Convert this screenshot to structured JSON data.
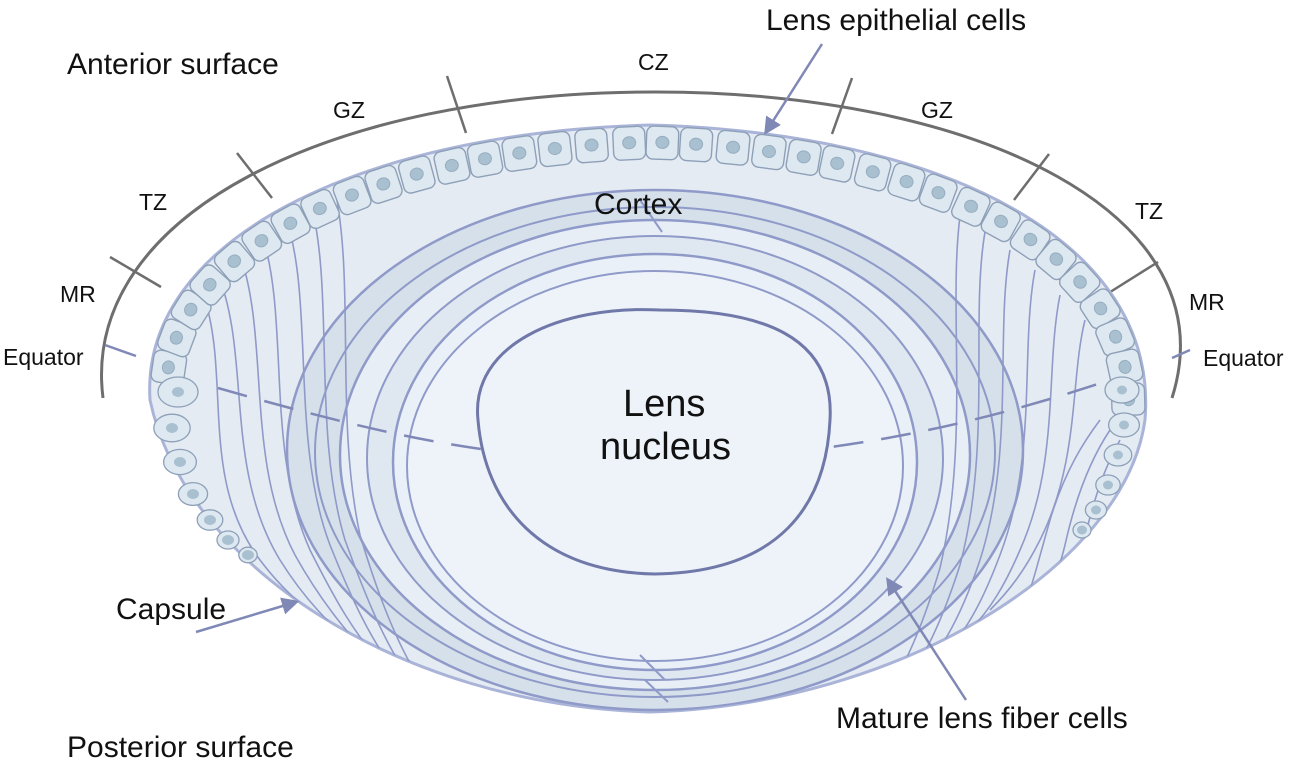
{
  "labels": {
    "anterior_surface": "Anterior surface",
    "posterior_surface": "Posterior surface",
    "lens_epithelial_cells": "Lens epithelial cells",
    "cortex": "Cortex",
    "lens_nucleus_line1": "Lens",
    "lens_nucleus_line2": "nucleus",
    "capsule": "Capsule",
    "mature_lens_fiber_cells": "Mature lens fiber cells",
    "cz": "CZ",
    "gz_left": "GZ",
    "gz_right": "GZ",
    "tz_left": "TZ",
    "tz_right": "TZ",
    "mr_left": "MR",
    "mr_right": "MR",
    "equator_left": "Equator",
    "equator_right": "Equator"
  },
  "colors": {
    "capsule_outline": "#aab4d8",
    "lens_fill": "#e4ebf3",
    "fiber_band": "#d5e0ea",
    "fiber_line": "#8f9ac9",
    "nucleus_fill": "#eef3fa",
    "nucleus_line": "#6f78a8",
    "epithelial_cell_fill": "#dde8f0",
    "epithelial_cell_stroke": "#8ea0b8",
    "epithelial_nucleus": "#a9c0d0",
    "zone_arc": "#6e6e6e",
    "arrow": "#8088b5",
    "text": "#111111"
  }
}
